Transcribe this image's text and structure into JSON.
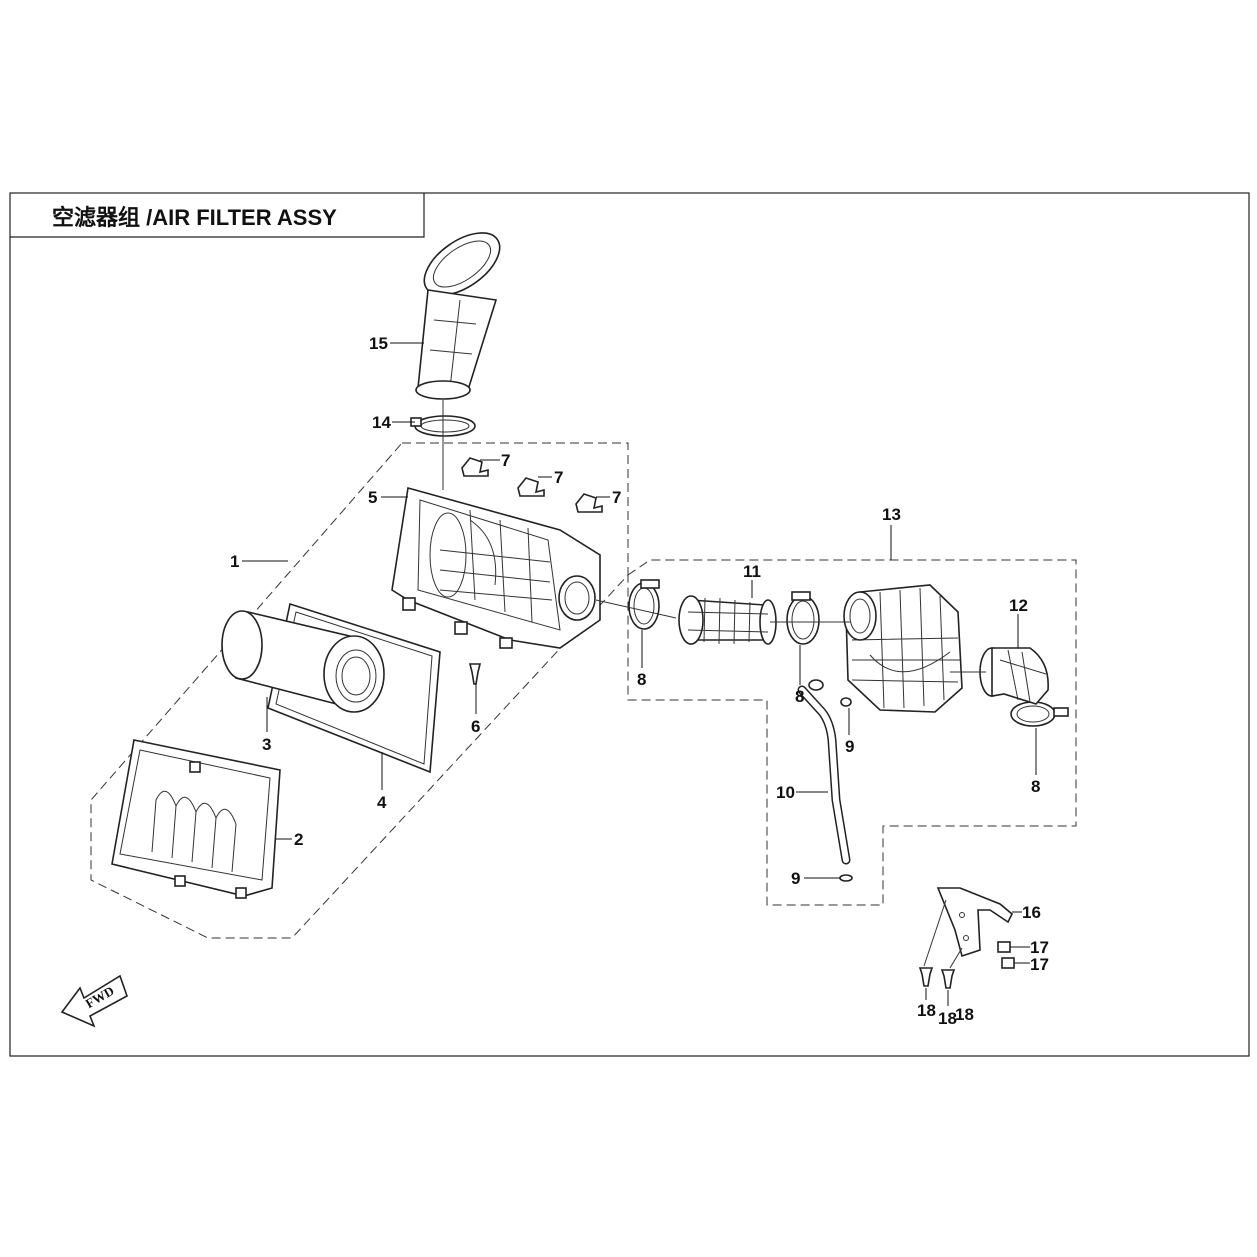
{
  "title": "空滤器组 /AIR FILTER ASSY",
  "fwd_text": "FWD",
  "callouts": {
    "c15": "15",
    "c14": "14",
    "c7a": "7",
    "c7b": "7",
    "c7c": "7",
    "c5": "5",
    "c1": "1",
    "c3": "3",
    "c4": "4",
    "c6": "6",
    "c2": "2",
    "c13": "13",
    "c11": "11",
    "c8a": "8",
    "c8b": "8",
    "c12": "12",
    "c9a": "9",
    "c8c": "8",
    "c10": "10",
    "c9b": "9",
    "c16": "16",
    "c17a": "17",
    "c17b": "17",
    "c18a": "18",
    "c18b": "18",
    "c18c": "18"
  }
}
